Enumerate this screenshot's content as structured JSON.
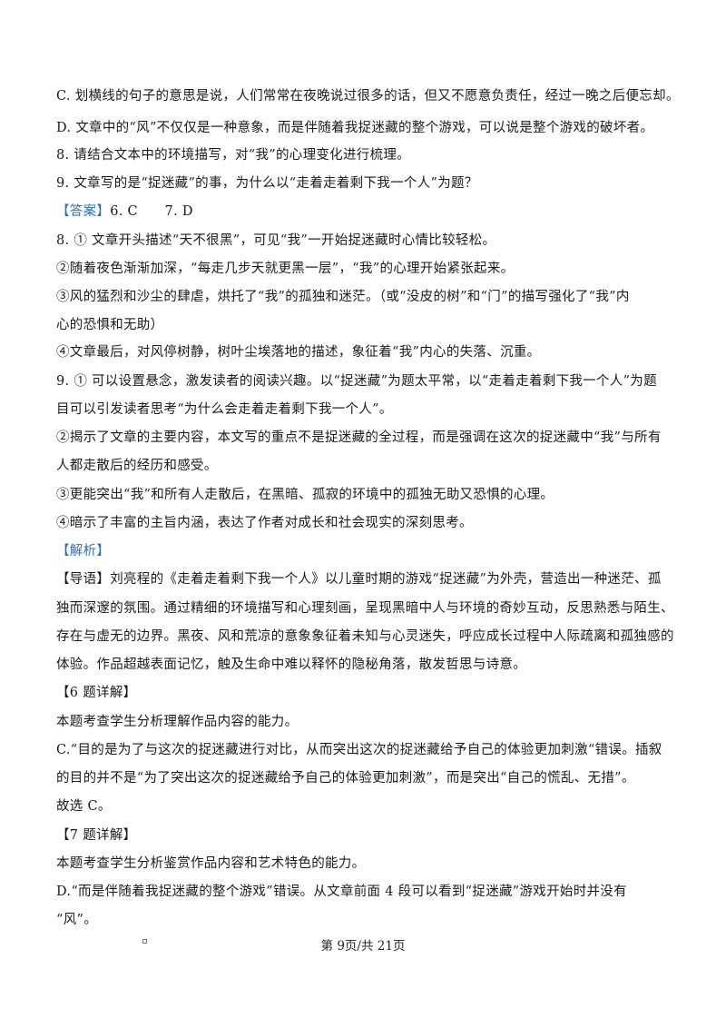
{
  "content": {
    "line_01": "C. 划横线的句子的意思是说，人们常常在夜晚说过很多的话，但又不愿意负责任，经过一晚之后便忘却。",
    "line_02": "D. 文章中的“风”不仅仅是一种意象，而是伴随着我捉迷藏的整个游戏，可以说是整个游戏的破坏者。",
    "line_03": "8. 请结合文本中的环境描写，对“我”的心理变化进行梳理。",
    "line_04": "9. 文章写的是“捉迷藏”的事，为什么以“走着走着剩下我一个人”为题？",
    "answer_tag": "【答案】",
    "answer_values": "6. C　　7. D",
    "line_06": "8. ① 文章开头描述“天不很黑”，可见“我”一开始捉迷藏时心情比较轻松。",
    "line_07": "②随着夜色渐渐加深，“每走几步天就更黑一层”，“我”的心理开始紧张起来。",
    "line_08": "③风的猛烈和沙尘的肆虐，烘托了“我”的孤独和迷茫。（或“没皮的树”和“门”的描写强化了“我”内",
    "line_09": "心的恐惧和无助）",
    "line_10": "④文章最后，对风停树静，树叶尘埃落地的描述，象征着“我”内心的失落、沉重。",
    "line_11": "9. ① 可以设置悬念，激发读者的阅读兴趣。以“捉迷藏”为题太平常，以“走着走着剩下我一个人”为题",
    "line_12": "目可以引发读者思考“为什么会走着走着剩下我一个人”。",
    "line_13": "②揭示了文章的主要内容，本文写的重点不是捉迷藏的全过程，而是强调在这次的捉迷藏中“我”与所有",
    "line_14": "人都走散后的经历和感受。",
    "line_15": "③更能突出“我”和所有人走散后，在黑暗、孤寂的环境中的孤独无助又恐惧的心理。",
    "line_16": "④暗示了丰富的主旨内涵，表达了作者对成长和社会现实的深刻思考。",
    "analysis_tag": "【解析】",
    "line_18": "【导语】刘亮程的《走着走着剩下我一个人》以儿童时期的游戏“捉迷藏”为外壳，营造出一种迷茫、孤",
    "line_19": "独而深邃的氛围。通过精细的环境描写和心理刻画，呈现黑暗中人与环境的奇妙互动，反思熟悉与陌生、",
    "line_20": "存在与虚无的边界。黑夜、风和荒凉的意象象征着未知与心灵迷失，呼应成长过程中人际疏离和孤独感的",
    "line_21": "体验。作品超越表面记忆，触及生命中难以释怀的隐秘角落，散发哲思与诗意。",
    "line_22": "【6 题详解】",
    "line_23": "本题考查学生分析理解作品内容的能力。",
    "line_24": "C.“目的是为了与这次的捉迷藏进行对比，从而突出这次的捉迷藏给予自己的体验更加刺激“错误。插叙",
    "line_25": "的目的并不是“为了突出这次的捉迷藏给予自己的体验更加刺激”，而是突出“自己的慌乱、无措”。",
    "line_26": "故选 C。",
    "line_27": "【7 题详解】",
    "line_28": "本题考查学生分析鉴赏作品内容和艺术特色的能力。",
    "line_29": "D.“而是伴随着我捉迷藏的整个游戏”错误。从文章前面 4 段可以看到“捉迷藏”游戏开始时并没有",
    "line_30": "“风”。"
  },
  "footer": {
    "page_info": "第 9页/共 21页"
  },
  "colors": {
    "tag": "#2e6fb8",
    "text": "#1a1a1a"
  }
}
